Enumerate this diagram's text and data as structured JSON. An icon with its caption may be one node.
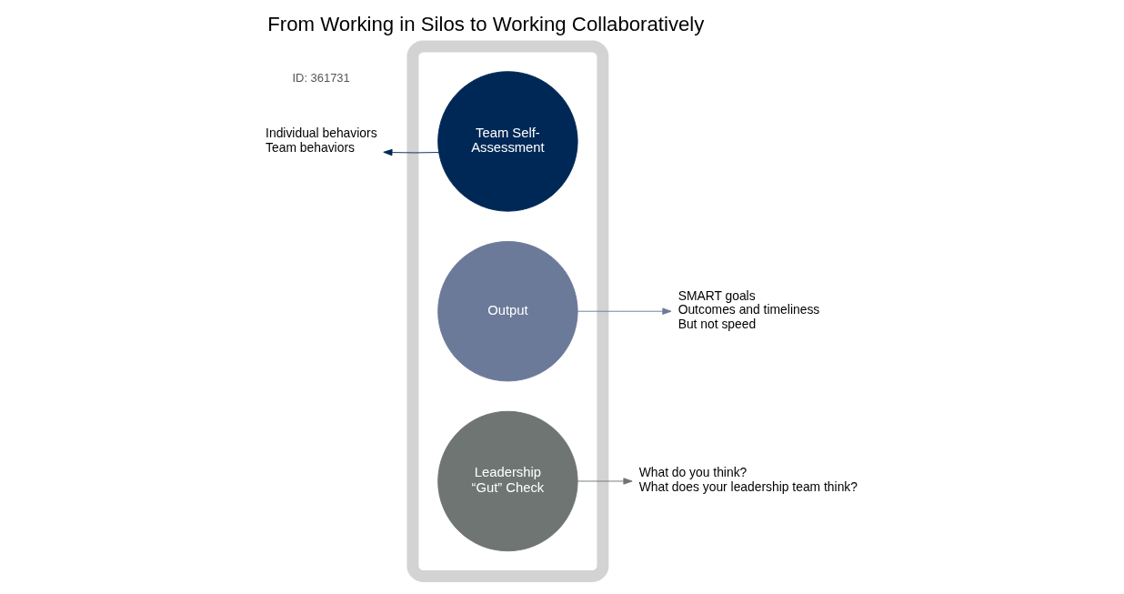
{
  "diagram": {
    "title": "From Working in Silos to Working Collaboratively",
    "nodes": [
      {
        "text": [],
        "shape": "ring"
      },
      {
        "text": [
          "Team Self-Assessment"
        ],
        "in": 0
      },
      {
        "text": [
          "Output"
        ],
        "in": 0
      },
      {
        "text": [
          "Leadership “Gut” Check"
        ],
        "in": 0
      },
      {
        "text": [
          "Individual behaviors",
          "Team behaviors"
        ]
      },
      {
        "text": [
          "SMART goals",
          "Outcomes and timeliness",
          "But not speed"
        ]
      },
      {
        "text": [
          "What do you think?",
          "What does your leadership team think?"
        ]
      }
    ],
    "edges": [
      {
        "from": 1,
        "to": 4,
        "arrow": "to",
        "color": "#002856"
      },
      {
        "from": 2,
        "to": 5,
        "arrow": "to",
        "color": "#6b7a99"
      },
      {
        "from": 3,
        "to": 6,
        "arrow": "to",
        "color": "#6e7573"
      }
    ],
    "labels": [
      "ID: 361731"
    ]
  }
}
